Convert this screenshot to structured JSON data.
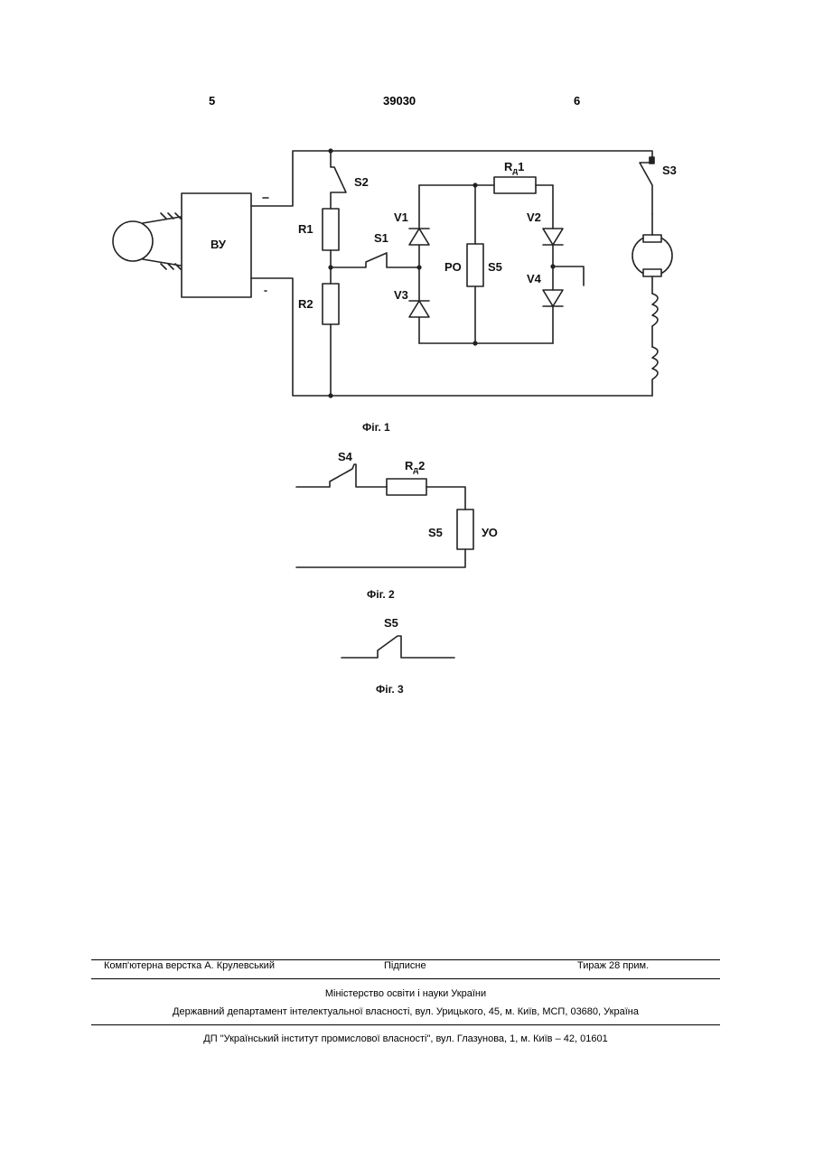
{
  "header": {
    "left_page": "5",
    "patent_number": "39030",
    "right_page": "6"
  },
  "fig1": {
    "block_label": "ВУ",
    "labels": {
      "S2": "S2",
      "S3": "S3",
      "R1": "R1",
      "R2": "R2",
      "S1": "S1",
      "Rd1": "R",
      "Rd1_sub": "д",
      "Rd1_num": "1",
      "V1": "V1",
      "V2": "V2",
      "V3": "V3",
      "V4": "V4",
      "PO": "PO",
      "S5": "S5"
    },
    "caption": "Фіг. 1"
  },
  "fig2": {
    "labels": {
      "S4": "S4",
      "Rd2": "R",
      "Rd2_sub": "д",
      "Rd2_num": "2",
      "S5": "S5",
      "YO": "УО"
    },
    "caption": "Фіг. 2"
  },
  "fig3": {
    "labels": {
      "S5": "S5"
    },
    "caption": "Фіг. 3"
  },
  "footer": {
    "layout": "Комп'ютерна верстка А. Крулевський",
    "signed": "Підписне",
    "circulation": "Тираж 28 прим.",
    "ministry": "Міністерство освіти і науки України",
    "department": "Державний департамент інтелектуальної власності, вул. Урицького, 45, м. Київ, МСП, 03680, Україна",
    "institute": "ДП \"Український інститут промислової власності\", вул. Глазунова, 1, м. Київ – 42, 01601"
  }
}
